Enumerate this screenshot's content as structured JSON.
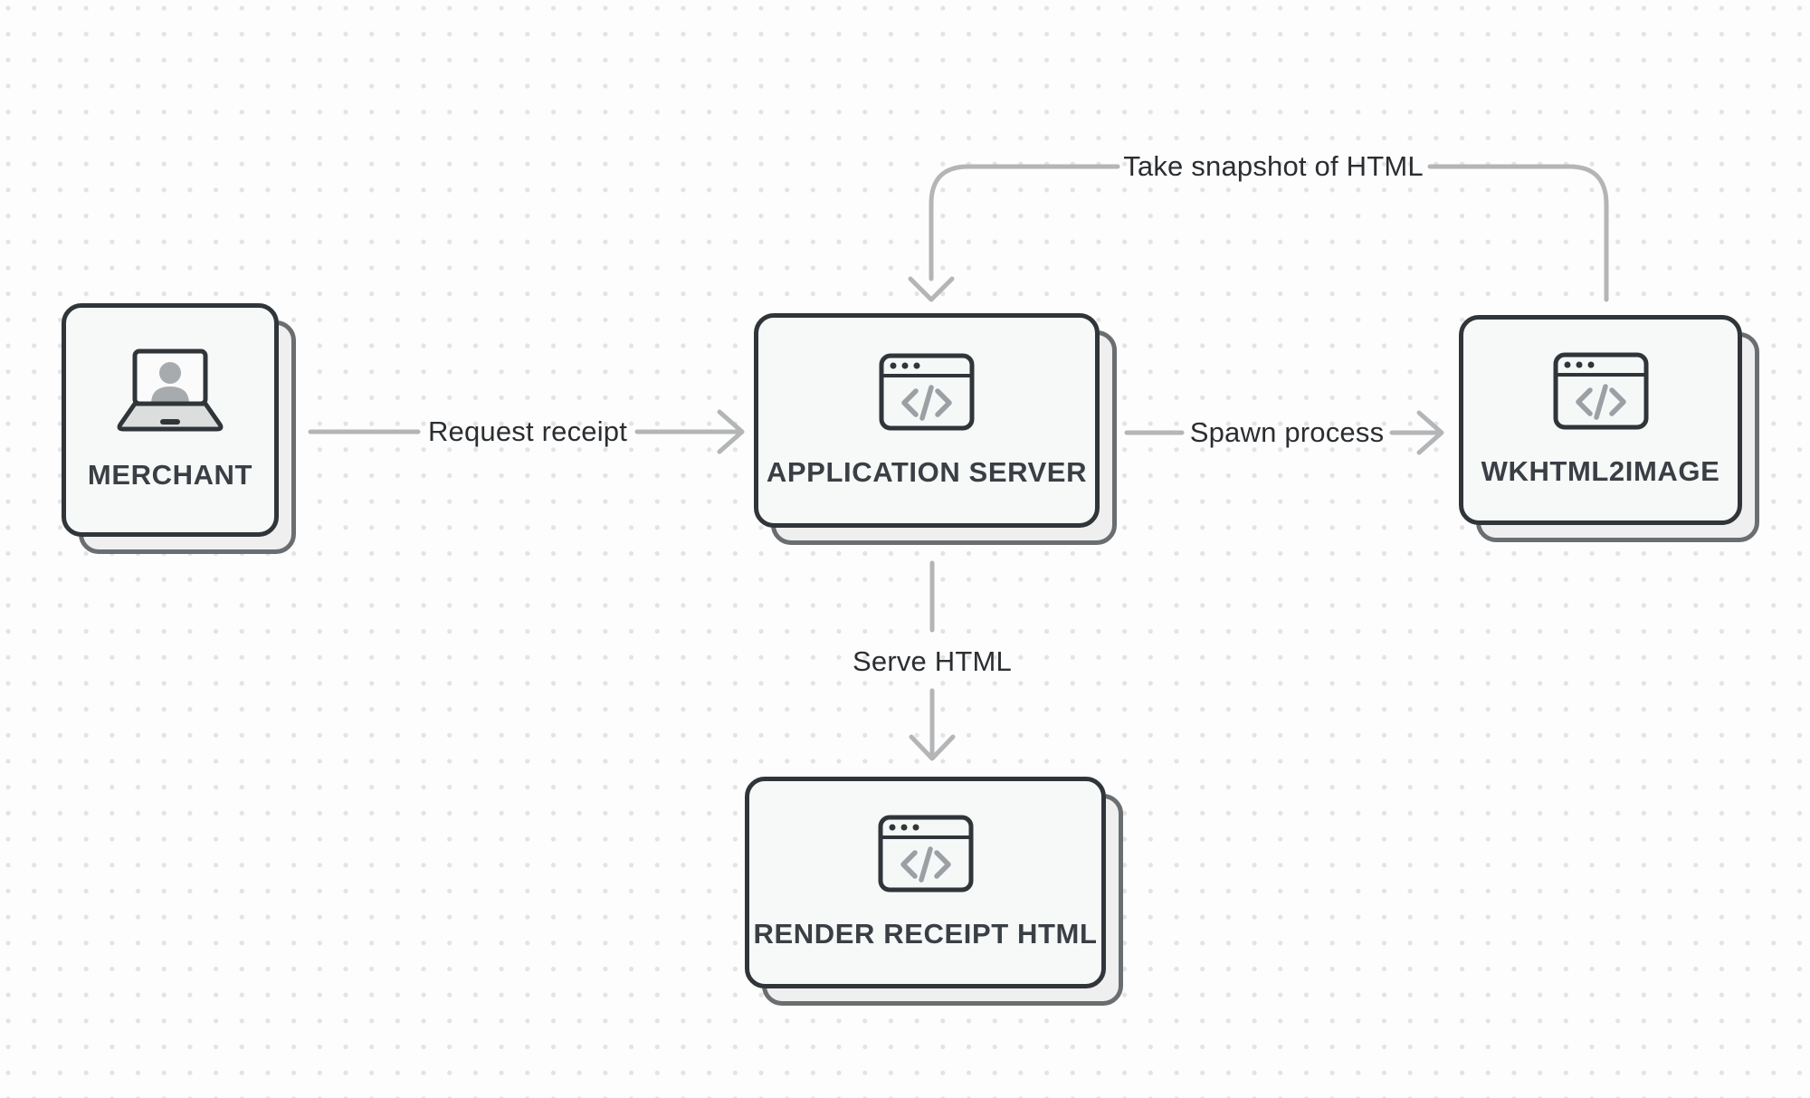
{
  "diagram": {
    "nodes": [
      {
        "id": "merchant",
        "label": "MERCHANT",
        "icon": "laptop-user-icon"
      },
      {
        "id": "application-server",
        "label": "APPLICATION SERVER",
        "icon": "code-browser-icon"
      },
      {
        "id": "wkhtml2image",
        "label": "WKHTML2IMAGE",
        "icon": "code-browser-icon"
      },
      {
        "id": "render-receipt-html",
        "label": "RENDER RECEIPT HTML",
        "icon": "code-browser-icon"
      }
    ],
    "edges": [
      {
        "id": "request-receipt",
        "label": "Request receipt",
        "from": "merchant",
        "to": "application-server"
      },
      {
        "id": "spawn-process",
        "label": "Spawn process",
        "from": "application-server",
        "to": "wkhtml2image"
      },
      {
        "id": "serve-html",
        "label": "Serve HTML",
        "from": "application-server",
        "to": "render-receipt-html"
      },
      {
        "id": "take-snapshot",
        "label": "Take snapshot of HTML",
        "from": "wkhtml2image",
        "to": "application-server"
      }
    ],
    "colors": {
      "background": "#fdfdfd",
      "grid_dot": "#e3e3e6",
      "card_fill": "#f7f8f8",
      "card_border": "#30353a",
      "card_shadow_fill": "#efefef",
      "card_shadow_border": "#6a6e71",
      "arrow": "#b3b5b6",
      "node_label_text": "#3a3f45",
      "edge_label_text": "#2b2e31",
      "icon_code_glyph": "#9aa0a3",
      "icon_person": "#a7abae"
    }
  }
}
